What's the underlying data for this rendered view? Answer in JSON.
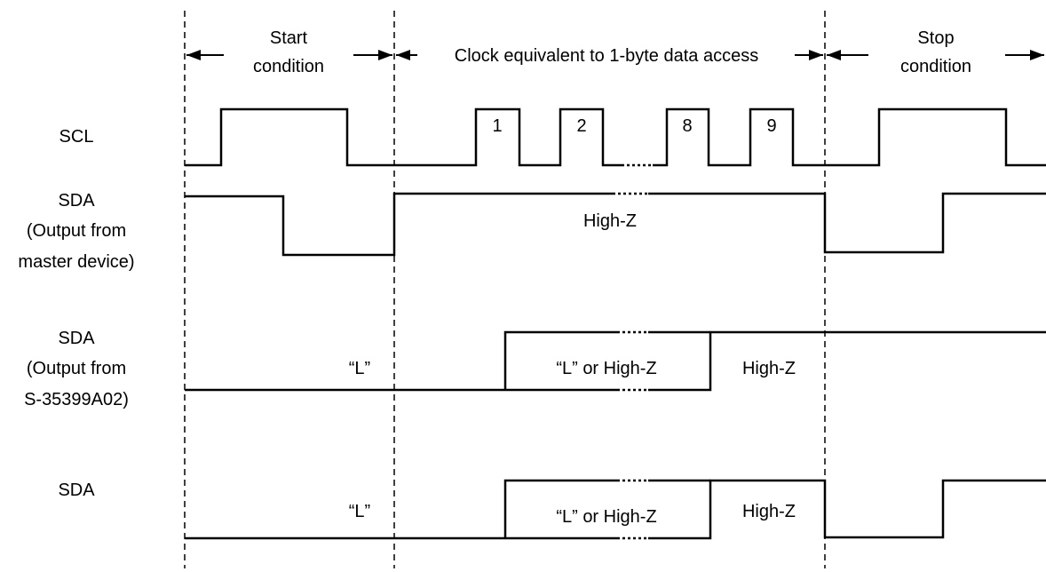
{
  "phases": {
    "start_line1": "Start",
    "start_line2": "condition",
    "clock": "Clock equivalent to 1-byte data access",
    "stop_line1": "Stop",
    "stop_line2": "condition"
  },
  "signals": {
    "scl": {
      "label": "SCL"
    },
    "sda_master": {
      "label_line1": "SDA",
      "label_line2": "(Output from",
      "label_line3": "master device)"
    },
    "sda_ic": {
      "label_line1": "SDA",
      "label_line2": "(Output from",
      "label_line3": "S-35399A02)"
    },
    "sda": {
      "label": "SDA"
    }
  },
  "clock_numbers": [
    "1",
    "2",
    "8",
    "9"
  ],
  "annotations": {
    "high_z": "High-Z",
    "low": "“L”",
    "l_or_high_z": "“L” or High-Z"
  }
}
